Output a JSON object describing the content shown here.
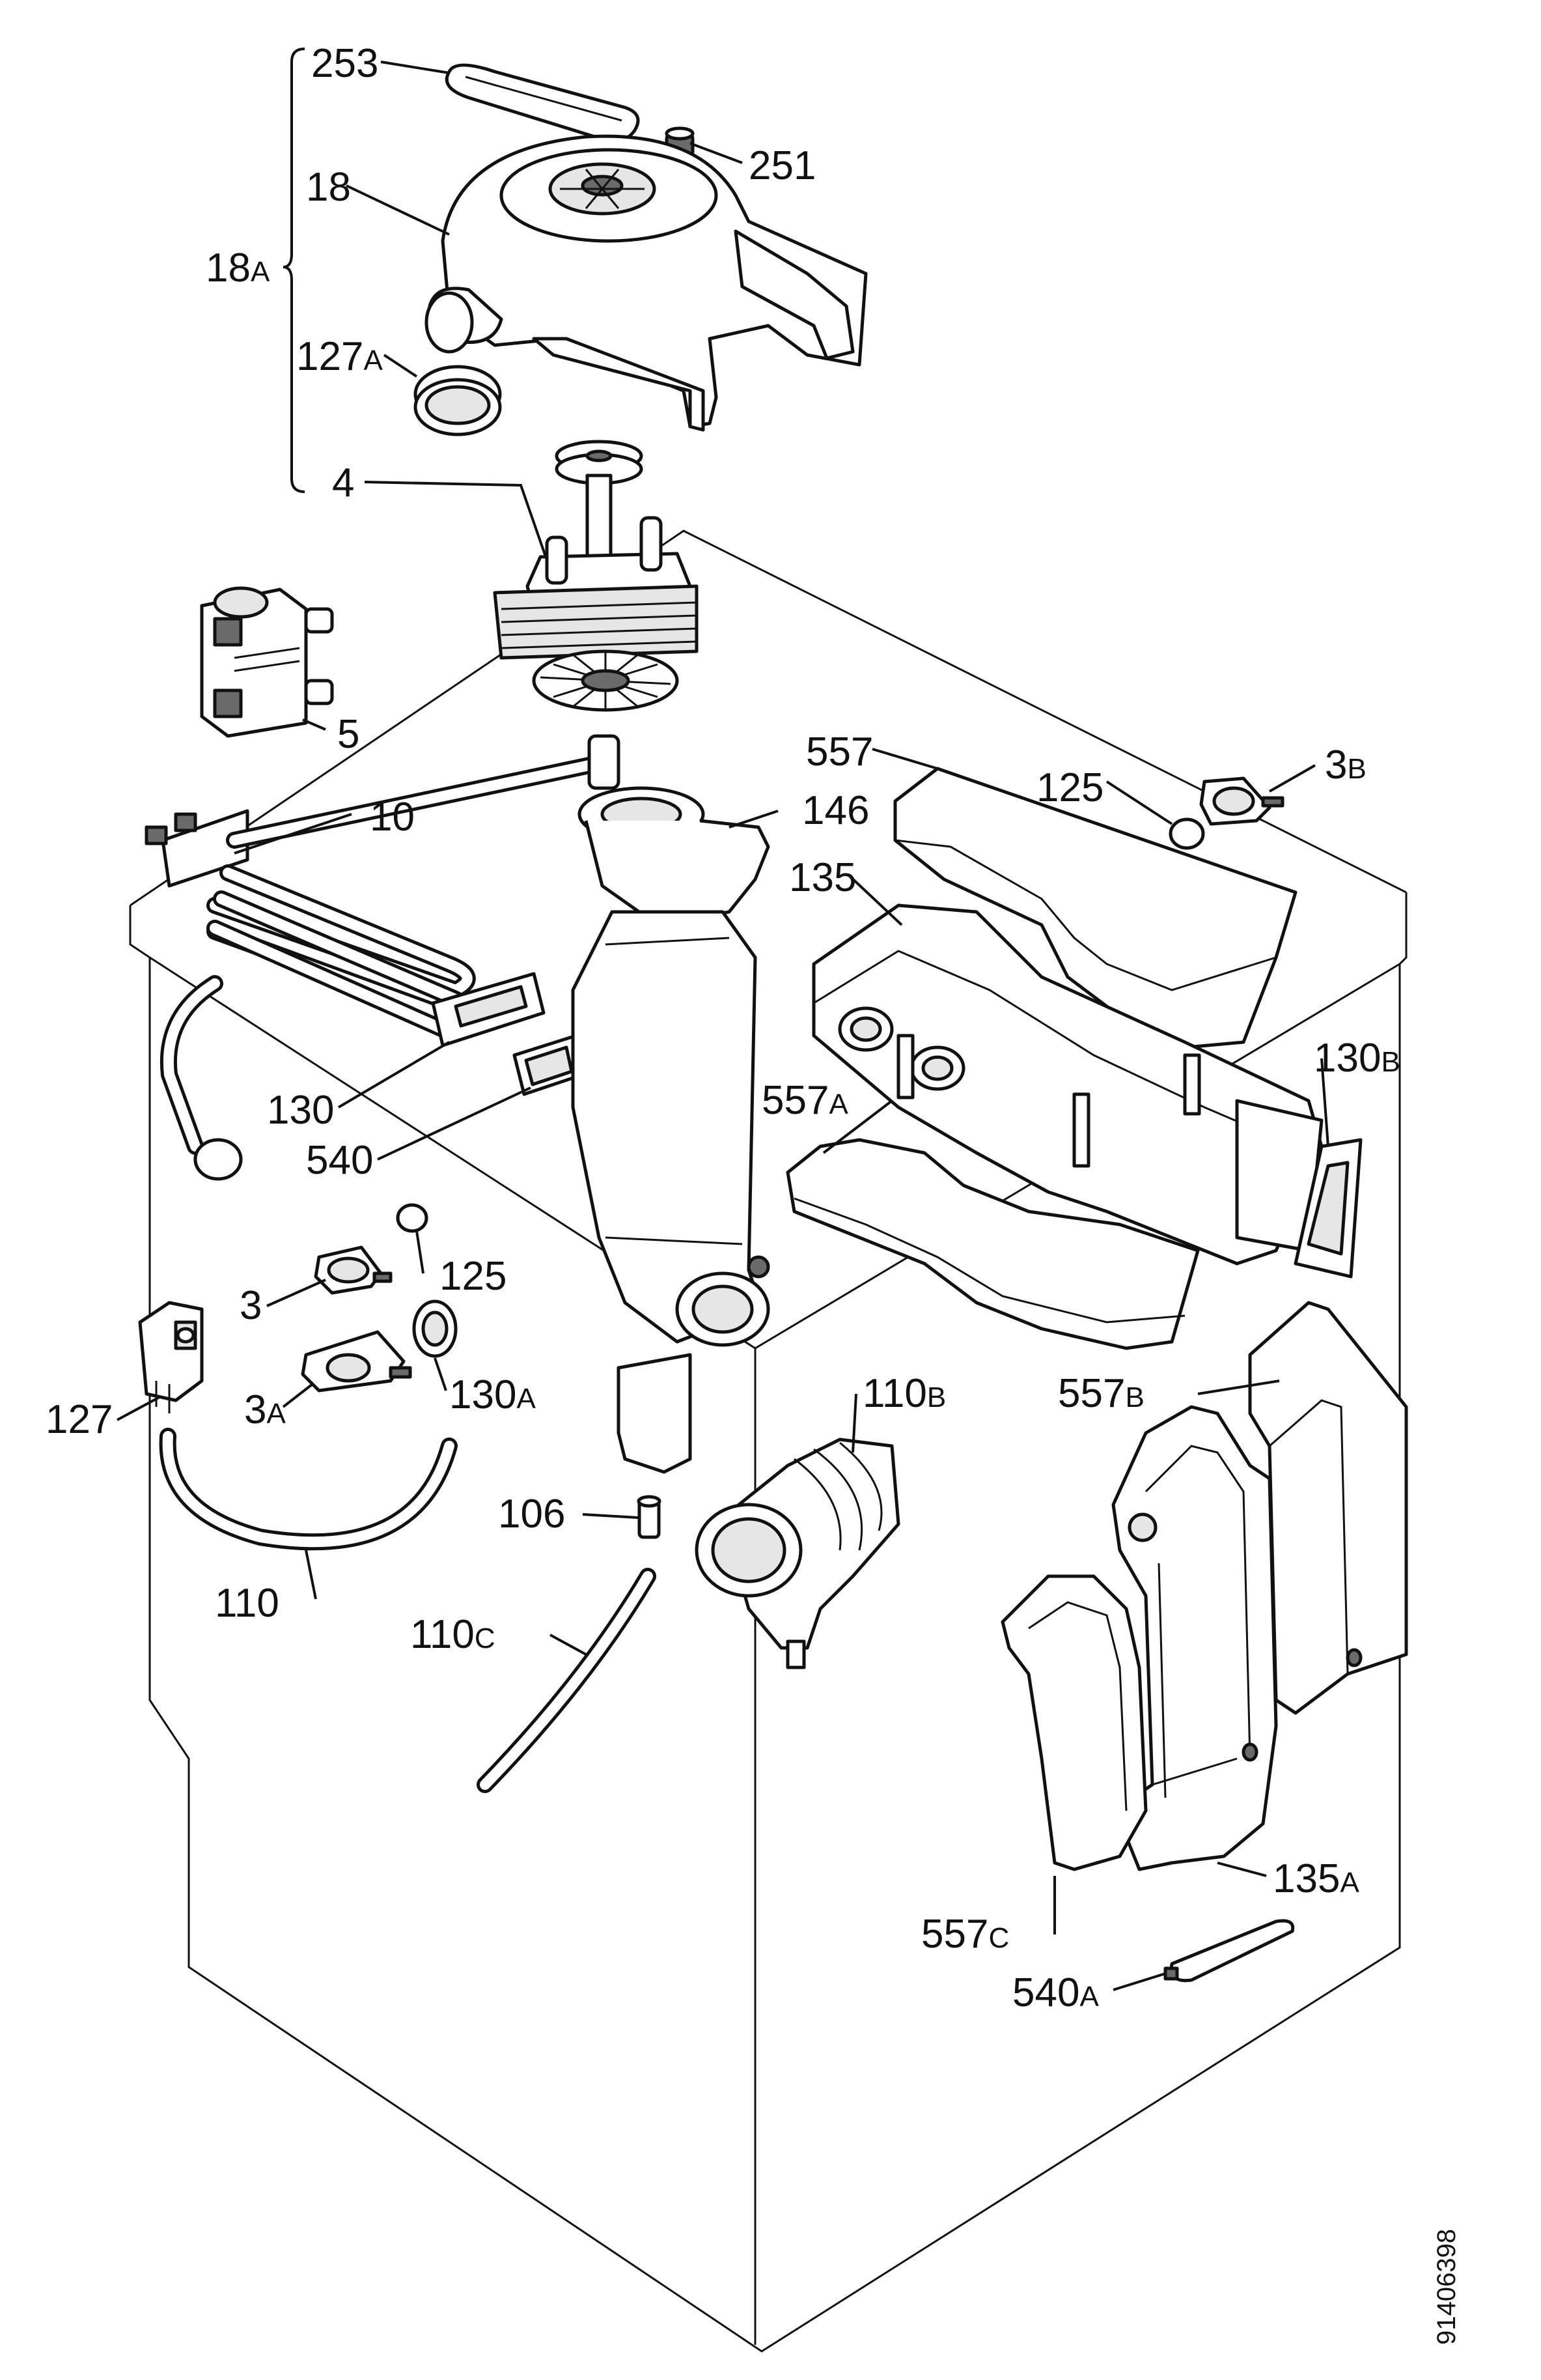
{
  "document_number": "91406398",
  "callouts": [
    {
      "id": "c253",
      "num": "253",
      "sub": ""
    },
    {
      "id": "c251",
      "num": "251",
      "sub": ""
    },
    {
      "id": "c18",
      "num": "18",
      "sub": ""
    },
    {
      "id": "c18a",
      "num": "18",
      "sub": "A"
    },
    {
      "id": "c127a",
      "num": "127",
      "sub": "A"
    },
    {
      "id": "c4",
      "num": "4",
      "sub": ""
    },
    {
      "id": "c5",
      "num": "5",
      "sub": ""
    },
    {
      "id": "c557",
      "num": "557",
      "sub": ""
    },
    {
      "id": "c125t",
      "num": "125",
      "sub": ""
    },
    {
      "id": "c3b",
      "num": "3",
      "sub": "B"
    },
    {
      "id": "c10",
      "num": "10",
      "sub": ""
    },
    {
      "id": "c146",
      "num": "146",
      "sub": ""
    },
    {
      "id": "c135",
      "num": "135",
      "sub": ""
    },
    {
      "id": "c130b",
      "num": "130",
      "sub": "B"
    },
    {
      "id": "c130",
      "num": "130",
      "sub": ""
    },
    {
      "id": "c540",
      "num": "540",
      "sub": ""
    },
    {
      "id": "c557a",
      "num": "557",
      "sub": "A"
    },
    {
      "id": "c125",
      "num": "125",
      "sub": ""
    },
    {
      "id": "c3",
      "num": "3",
      "sub": ""
    },
    {
      "id": "c3a",
      "num": "3",
      "sub": "A"
    },
    {
      "id": "c130a",
      "num": "130",
      "sub": "A"
    },
    {
      "id": "c127",
      "num": "127",
      "sub": ""
    },
    {
      "id": "c110b",
      "num": "110",
      "sub": "B"
    },
    {
      "id": "c557b",
      "num": "557",
      "sub": "B"
    },
    {
      "id": "c106",
      "num": "106",
      "sub": ""
    },
    {
      "id": "c110",
      "num": "110",
      "sub": ""
    },
    {
      "id": "c110c",
      "num": "110",
      "sub": "C"
    },
    {
      "id": "c135a",
      "num": "135",
      "sub": "A"
    },
    {
      "id": "c557c",
      "num": "557",
      "sub": "C"
    },
    {
      "id": "c540a",
      "num": "540",
      "sub": "A"
    }
  ]
}
